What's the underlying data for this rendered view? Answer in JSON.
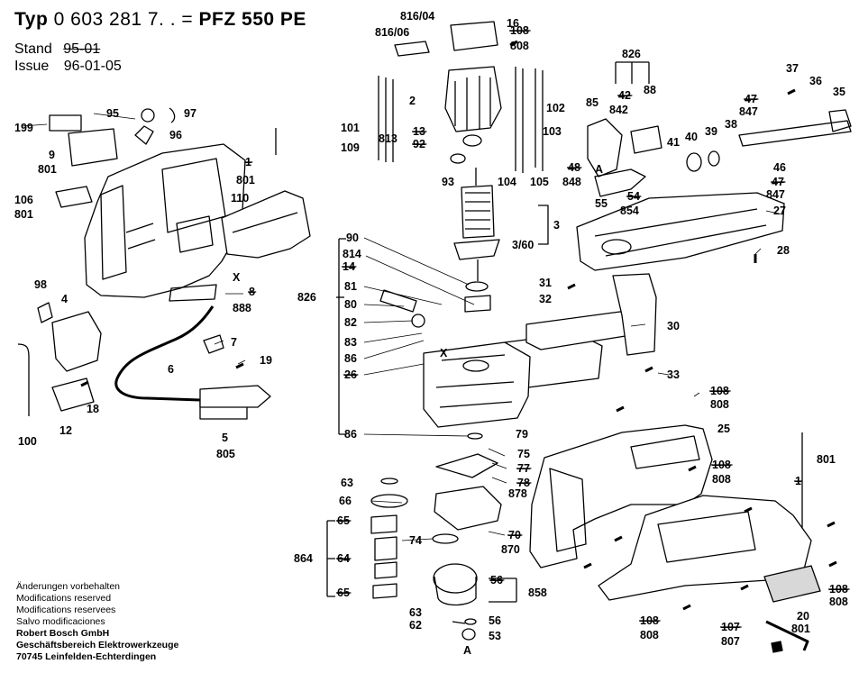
{
  "header": {
    "typ_label": "Typ",
    "typ_number": "0 603 281 7. . =",
    "model": "PFZ 550 PE",
    "stand_label": "Stand",
    "stand_value": "95-01",
    "issue_label": "Issue",
    "issue_value": "96-01-05"
  },
  "footer": {
    "lines": [
      "Änderungen vorbehalten",
      "Modifications reserved",
      "Modifications reservees",
      "Salvo modificaciones"
    ],
    "company_lines": [
      "Robert Bosch GmbH",
      "Geschäftsbereich Elektrowerkzeuge",
      "70745 Leinfelden-Echterdingen"
    ]
  },
  "colors": {
    "ink": "#000000",
    "paper": "#ffffff",
    "shade": "#d8d8d8"
  },
  "callouts": [
    {
      "t": "816/04"
    },
    {
      "t": "816/06"
    },
    {
      "t": "16"
    },
    {
      "t": "108",
      "s": true
    },
    {
      "t": "808"
    },
    {
      "t": "826"
    },
    {
      "t": "37"
    },
    {
      "t": "36"
    },
    {
      "t": "35"
    },
    {
      "t": "85"
    },
    {
      "t": "42",
      "s": true
    },
    {
      "t": "88"
    },
    {
      "t": "842"
    },
    {
      "t": "47",
      "s": true
    },
    {
      "t": "847"
    },
    {
      "t": "2"
    },
    {
      "t": "102"
    },
    {
      "t": "103"
    },
    {
      "t": "41"
    },
    {
      "t": "40"
    },
    {
      "t": "39"
    },
    {
      "t": "38"
    },
    {
      "t": "101"
    },
    {
      "t": "109"
    },
    {
      "t": "813"
    },
    {
      "t": "13",
      "s": true
    },
    {
      "t": "92",
      "s": true
    },
    {
      "t": "93"
    },
    {
      "t": "104"
    },
    {
      "t": "105"
    },
    {
      "t": "48",
      "s": true
    },
    {
      "t": "A"
    },
    {
      "t": "848"
    },
    {
      "t": "54",
      "s": true
    },
    {
      "t": "854"
    },
    {
      "t": "55"
    },
    {
      "t": "46"
    },
    {
      "t": "47",
      "s": true
    },
    {
      "t": "847"
    },
    {
      "t": "27"
    },
    {
      "t": "3"
    },
    {
      "t": "3/60"
    },
    {
      "t": "28"
    },
    {
      "t": "199"
    },
    {
      "t": "95"
    },
    {
      "t": "97"
    },
    {
      "t": "96"
    },
    {
      "t": "9"
    },
    {
      "t": "801"
    },
    {
      "t": "1",
      "s": true
    },
    {
      "t": "801"
    },
    {
      "t": "106"
    },
    {
      "t": "801"
    },
    {
      "t": "110"
    },
    {
      "t": "90"
    },
    {
      "t": "814"
    },
    {
      "t": "14",
      "s": true
    },
    {
      "t": "826"
    },
    {
      "t": "81"
    },
    {
      "t": "80"
    },
    {
      "t": "82"
    },
    {
      "t": "83"
    },
    {
      "t": "86"
    },
    {
      "t": "26",
      "s": true
    },
    {
      "t": "86"
    },
    {
      "t": "X"
    },
    {
      "t": "X"
    },
    {
      "t": "8",
      "s": true
    },
    {
      "t": "888"
    },
    {
      "t": "98"
    },
    {
      "t": "4"
    },
    {
      "t": "7"
    },
    {
      "t": "6"
    },
    {
      "t": "19"
    },
    {
      "t": "31"
    },
    {
      "t": "32"
    },
    {
      "t": "30"
    },
    {
      "t": "33"
    },
    {
      "t": "108",
      "s": true
    },
    {
      "t": "808"
    },
    {
      "t": "18"
    },
    {
      "t": "12"
    },
    {
      "t": "100"
    },
    {
      "t": "5"
    },
    {
      "t": "805"
    },
    {
      "t": "25"
    },
    {
      "t": "801"
    },
    {
      "t": "79"
    },
    {
      "t": "75"
    },
    {
      "t": "77",
      "s": true
    },
    {
      "t": "78",
      "s": true
    },
    {
      "t": "878"
    },
    {
      "t": "108",
      "s": true
    },
    {
      "t": "808"
    },
    {
      "t": "1",
      "s": true
    },
    {
      "t": "63"
    },
    {
      "t": "66"
    },
    {
      "t": "65",
      "s": true
    },
    {
      "t": "864"
    },
    {
      "t": "64",
      "s": true
    },
    {
      "t": "74"
    },
    {
      "t": "70",
      "s": true
    },
    {
      "t": "870"
    },
    {
      "t": "65",
      "s": true
    },
    {
      "t": "56",
      "s": true
    },
    {
      "t": "858"
    },
    {
      "t": "63"
    },
    {
      "t": "62"
    },
    {
      "t": "56"
    },
    {
      "t": "53"
    },
    {
      "t": "A"
    },
    {
      "t": "108",
      "s": true
    },
    {
      "t": "808"
    },
    {
      "t": "107",
      "s": true
    },
    {
      "t": "807"
    },
    {
      "t": "20"
    },
    {
      "t": "801"
    },
    {
      "t": "108",
      "s": true
    },
    {
      "t": "808"
    }
  ]
}
